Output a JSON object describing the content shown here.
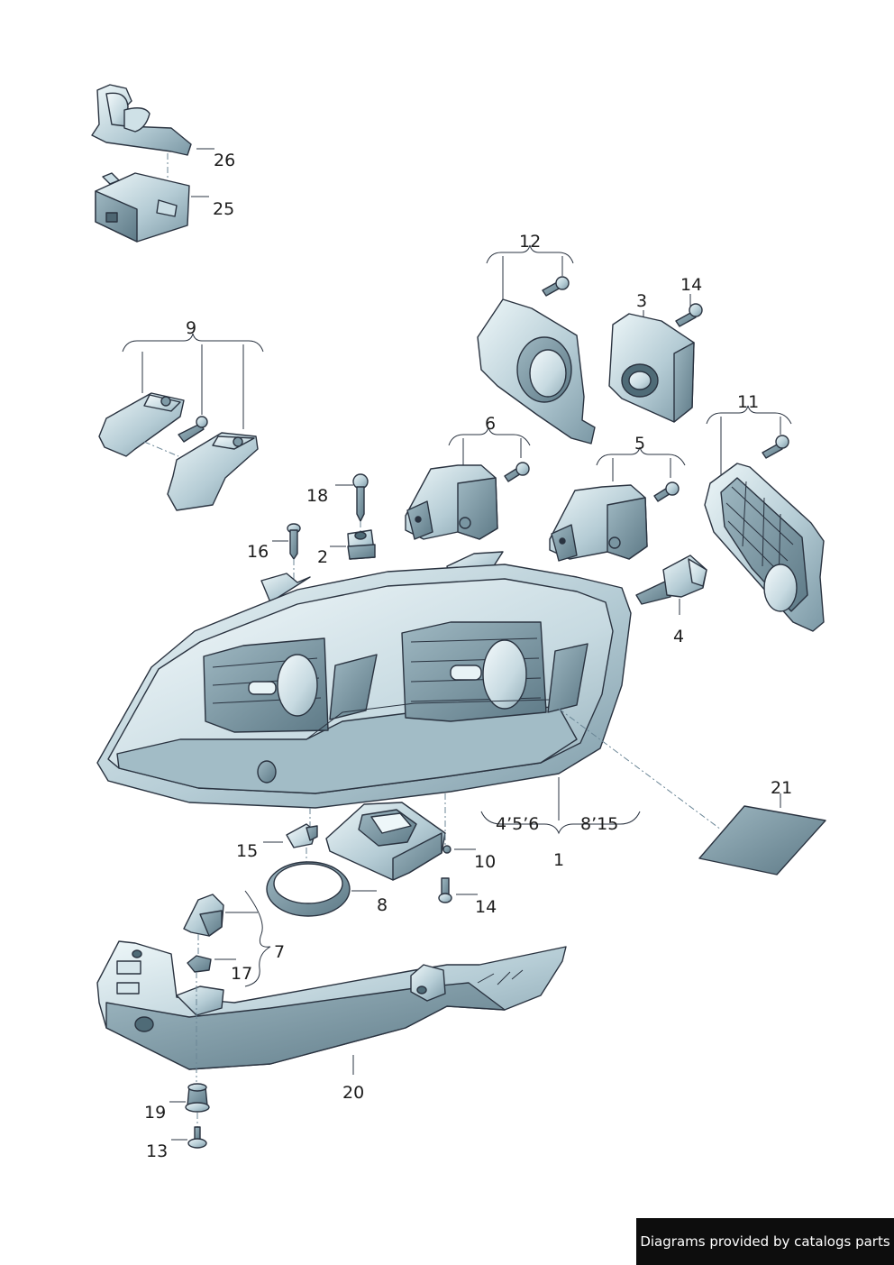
{
  "diagram": {
    "callouts": {
      "p1": "1",
      "p2": "2",
      "p3": "3",
      "p4": "4",
      "p5": "5",
      "p6": "6",
      "p7": "7",
      "p8": "8",
      "p9": "9",
      "p10": "10",
      "p11": "11",
      "p12": "12",
      "p13": "13",
      "p14a": "14",
      "p14b": "14",
      "p15": "15",
      "p16": "16",
      "p17": "17",
      "p18": "18",
      "p19": "19",
      "p20": "20",
      "p21": "21",
      "p25": "25",
      "p26": "26",
      "group_left": "4’5’6",
      "group_right": "8’15"
    },
    "colors": {
      "part_light": "#dfeef2",
      "part_mid": "#a9c4ce",
      "part_dark": "#6f8e9c",
      "outline": "#2a3340"
    }
  },
  "footer": {
    "credit": "Diagrams provided by catalogs parts"
  }
}
